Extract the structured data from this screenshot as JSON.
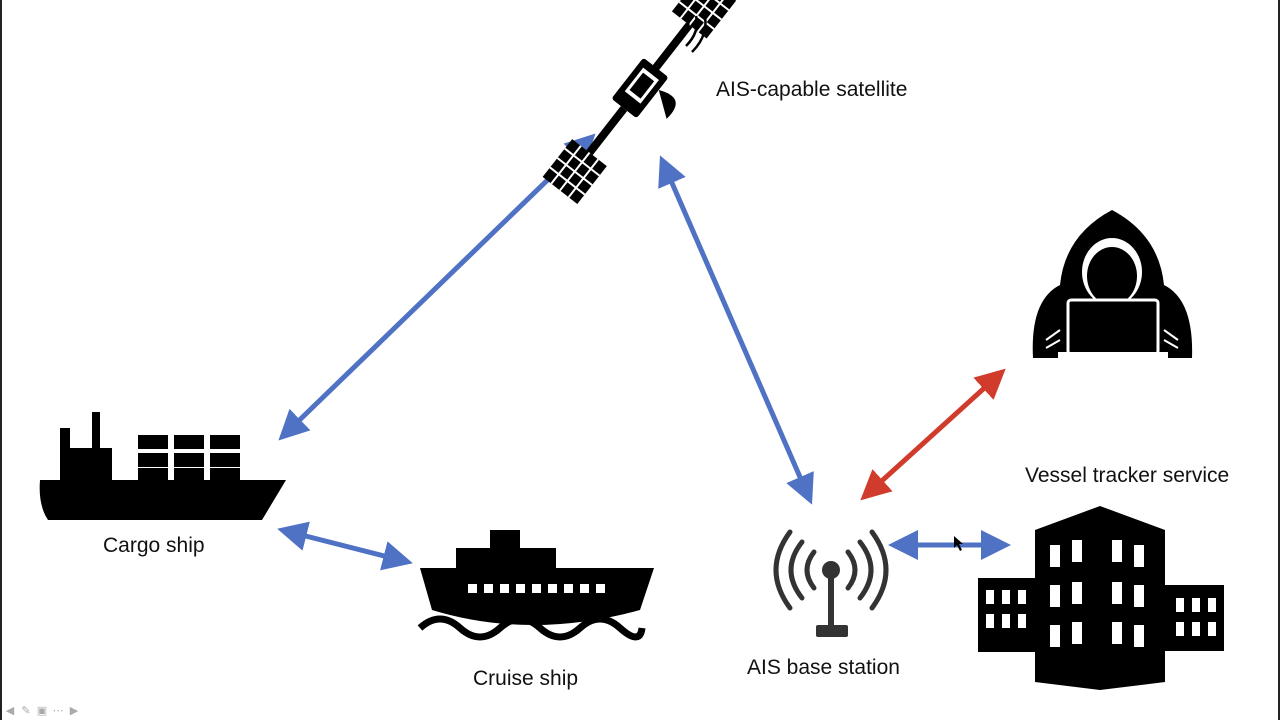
{
  "diagram": {
    "nodes": {
      "satellite": {
        "label": "AIS-capable satellite",
        "icon": "satellite-icon"
      },
      "cargo_ship": {
        "label": "Cargo ship",
        "icon": "cargo-ship-icon"
      },
      "cruise_ship": {
        "label": "Cruise ship",
        "icon": "cruise-ship-icon"
      },
      "base_station": {
        "label": "AIS base station",
        "icon": "antenna-tower-icon"
      },
      "vessel_tracker": {
        "label": "Vessel tracker service",
        "icon": "office-building-icon"
      },
      "hacker": {
        "label": "",
        "icon": "hooded-hacker-icon"
      }
    },
    "edges": [
      {
        "from": "cargo_ship",
        "to": "satellite",
        "direction": "both",
        "color": "#4f72c4"
      },
      {
        "from": "satellite",
        "to": "base_station",
        "direction": "both",
        "color": "#4f72c4"
      },
      {
        "from": "cargo_ship",
        "to": "cruise_ship",
        "direction": "both",
        "color": "#4f72c4"
      },
      {
        "from": "base_station",
        "to": "vessel_tracker",
        "direction": "both",
        "color": "#4f72c4"
      },
      {
        "from": "hacker",
        "to": "base_station",
        "direction": "both",
        "color": "#d13b2b"
      }
    ]
  },
  "colors": {
    "link": "#4f72c4",
    "attack_link": "#d13b2b",
    "icon": "#000000"
  },
  "slideshow_controls": [
    "prev-icon",
    "pen-icon",
    "slides-icon",
    "more-icon",
    "next-icon"
  ]
}
